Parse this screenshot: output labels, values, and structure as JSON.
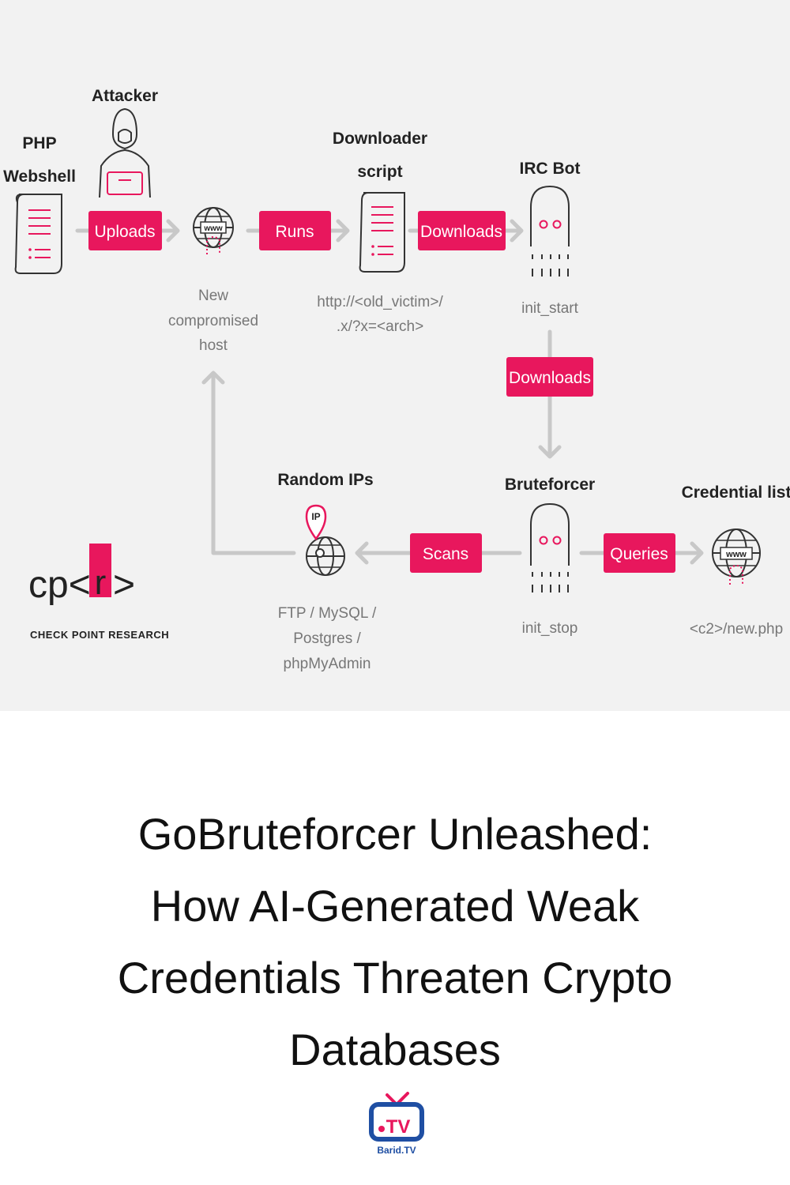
{
  "diagram": {
    "nodes": {
      "attacker": "Attacker",
      "webshell_line1": "PHP",
      "webshell_line2": "Webshell",
      "host_www": "www",
      "host_cap1": "New",
      "host_cap2": "compromised",
      "host_cap3": "host",
      "downloader_line1": "Downloader",
      "downloader_line2": "script",
      "downloader_cap1": "http://<old_victim>/",
      "downloader_cap2": ".x/?x=<arch>",
      "ircbot": "IRC Bot",
      "ircbot_cap": "init_start",
      "bruteforcer": "Bruteforcer",
      "bruteforcer_cap": "init_stop",
      "randomips": "Random IPs",
      "randomips_ip": "IP",
      "randomips_cap1": "FTP / MySQL /",
      "randomips_cap2": "Postgres /",
      "randomips_cap3": "phpMyAdmin",
      "credlist": "Credential list",
      "credlist_www": "www",
      "credlist_cap": "<c2>/new.php"
    },
    "edges": {
      "uploads": "Uploads",
      "runs": "Runs",
      "downloads1": "Downloads",
      "downloads2": "Downloads",
      "scans": "Scans",
      "queries": "Queries"
    },
    "logo": {
      "mark_left": "cp<",
      "mark_box": "r",
      "mark_right": ">",
      "caption": "CHECK POINT RESEARCH"
    },
    "colors": {
      "accent": "#e8175d",
      "arrow": "#c8c8c8",
      "background": "#f2f2f2"
    }
  },
  "title": {
    "line1": "GoBruteforcer Unleashed:",
    "line2": "How AI-Generated Weak",
    "line3": "Credentials Threaten Crypto",
    "line4": "Databases"
  },
  "brand": {
    "tv": "TV",
    "name": "Barid.TV"
  }
}
